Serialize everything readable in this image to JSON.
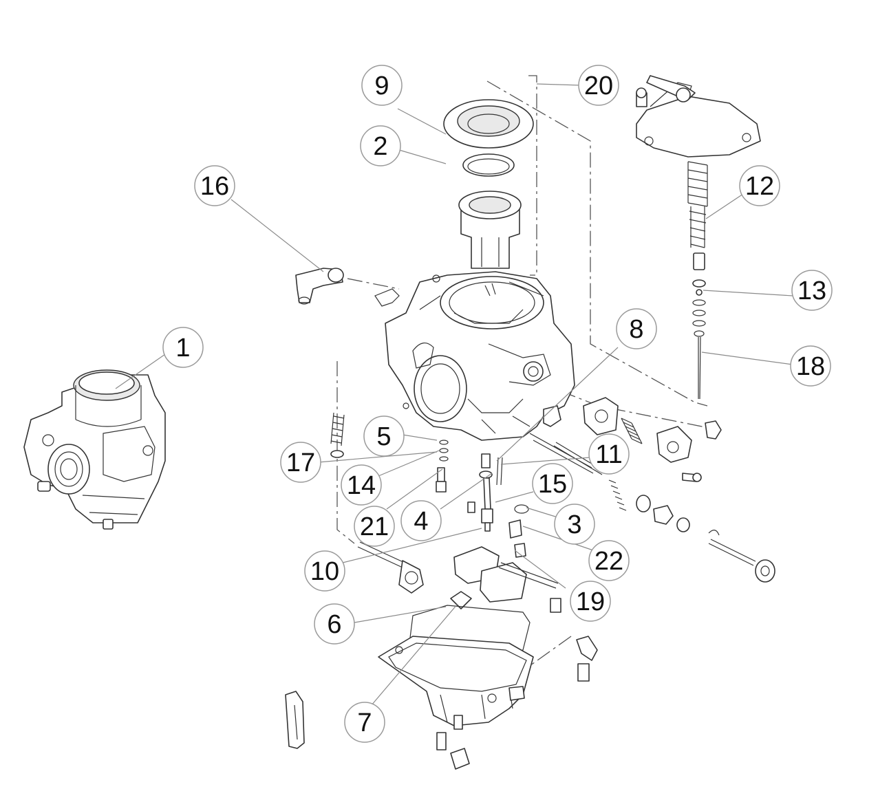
{
  "callouts": [
    {
      "id": "c1",
      "label": "1"
    },
    {
      "id": "c2",
      "label": "2"
    },
    {
      "id": "c3",
      "label": "3"
    },
    {
      "id": "c4",
      "label": "4"
    },
    {
      "id": "c5",
      "label": "5"
    },
    {
      "id": "c6",
      "label": "6"
    },
    {
      "id": "c7",
      "label": "7"
    },
    {
      "id": "c8",
      "label": "8"
    },
    {
      "id": "c9",
      "label": "9"
    },
    {
      "id": "c10",
      "label": "10"
    },
    {
      "id": "c11",
      "label": "11"
    },
    {
      "id": "c12",
      "label": "12"
    },
    {
      "id": "c13",
      "label": "13"
    },
    {
      "id": "c14",
      "label": "14"
    },
    {
      "id": "c15",
      "label": "15"
    },
    {
      "id": "c16",
      "label": "16"
    },
    {
      "id": "c17",
      "label": "17"
    },
    {
      "id": "c18",
      "label": "18"
    },
    {
      "id": "c19",
      "label": "19"
    },
    {
      "id": "c20",
      "label": "20"
    },
    {
      "id": "c21",
      "label": "21"
    },
    {
      "id": "c22",
      "label": "22"
    }
  ],
  "colors": {
    "line": "#333333",
    "callout_border": "#9a9a9a",
    "background": "#ffffff"
  }
}
